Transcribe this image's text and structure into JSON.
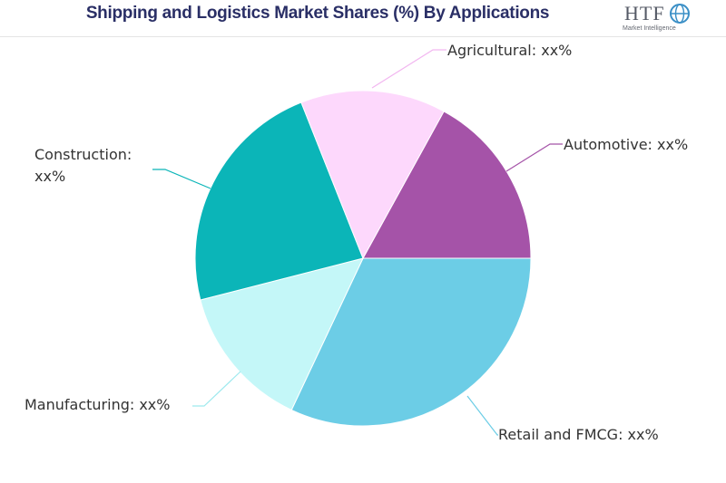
{
  "header": {
    "title": "Shipping and Logistics Market Shares (%) By Applications",
    "logo_text": "HTF",
    "logo_sub": "Market Intelligence"
  },
  "chart_data": {
    "type": "pie",
    "title": "Shipping and Logistics Market Shares (%) By Applications",
    "slices": [
      {
        "label": "Automotive: xx%",
        "value": 17,
        "color": "#a553a8"
      },
      {
        "label": "Retail and FMCG: xx%",
        "value": 32,
        "color": "#6ccde6"
      },
      {
        "label": "Manufacturing: xx%",
        "value": 14,
        "color": "#c4f7f8"
      },
      {
        "label": "Construction: xx%",
        "value": 23,
        "color": "#0bb5b8"
      },
      {
        "label": "Agricultural: xx%",
        "value": 14,
        "color": "#fdd8fc"
      }
    ],
    "legend": "callout-labels"
  }
}
